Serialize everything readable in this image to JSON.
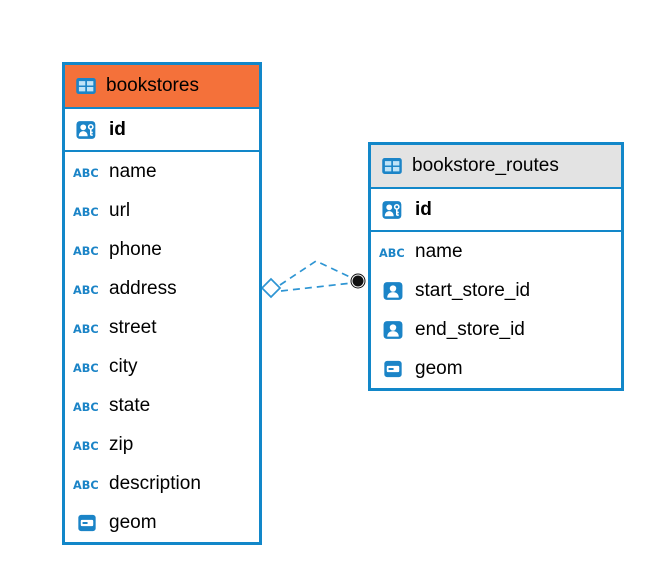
{
  "colors": {
    "table_border": "#1287c9",
    "icon_blue": "#1b84c7",
    "header_bookstores": "#f4713a",
    "header_bookstore_routes": "#e3e3e3",
    "connector_line": "#2e95d3",
    "connector_dot": "#111111"
  },
  "relationship": {
    "line_style": "dashed",
    "left_symbol": "diamond",
    "right_symbol": "filled-dot"
  },
  "tables": [
    {
      "title": "bookstores",
      "header_icon": "table-icon",
      "key_columns": [
        {
          "label": "id",
          "icon": "user-key-icon",
          "bold": true
        }
      ],
      "columns": [
        {
          "label": "name",
          "icon": "abc-type-icon"
        },
        {
          "label": "url",
          "icon": "abc-type-icon"
        },
        {
          "label": "phone",
          "icon": "abc-type-icon"
        },
        {
          "label": "address",
          "icon": "abc-type-icon"
        },
        {
          "label": "street",
          "icon": "abc-type-icon"
        },
        {
          "label": "city",
          "icon": "abc-type-icon"
        },
        {
          "label": "state",
          "icon": "abc-type-icon"
        },
        {
          "label": "zip",
          "icon": "abc-type-icon"
        },
        {
          "label": "description",
          "icon": "abc-type-icon"
        },
        {
          "label": "geom",
          "icon": "geometry-icon"
        }
      ]
    },
    {
      "title": "bookstore_routes",
      "header_icon": "table-icon",
      "key_columns": [
        {
          "label": "id",
          "icon": "user-key-icon",
          "bold": true
        }
      ],
      "columns": [
        {
          "label": "name",
          "icon": "abc-type-icon"
        },
        {
          "label": "start_store_id",
          "icon": "user-icon"
        },
        {
          "label": "end_store_id",
          "icon": "user-icon"
        },
        {
          "label": "geom",
          "icon": "geometry-icon"
        }
      ]
    }
  ]
}
